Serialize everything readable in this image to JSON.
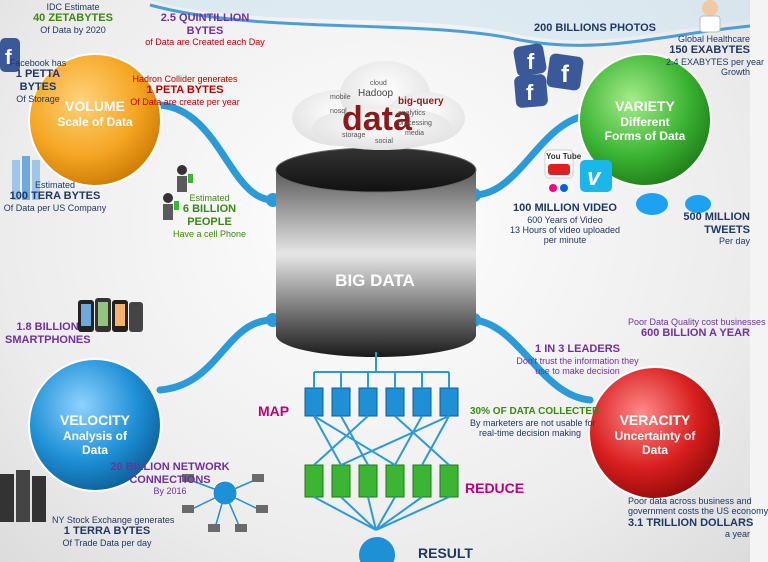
{
  "center": {
    "label": "BIG DATA"
  },
  "cloud": {
    "main_word": "data",
    "words": [
      "Hadoop",
      "big-query",
      "mobile",
      "analytics",
      "cloud",
      "processing",
      "storage",
      "nosql",
      "social",
      "media"
    ]
  },
  "volume": {
    "title": "VOLUME",
    "subtitle": "Scale of Data",
    "idc": {
      "line1": "IDC Estimate",
      "value": "40 ZETABYTES",
      "line3": "Of Data by 2020"
    },
    "facebook": {
      "line1": "Facebook has",
      "value1": "1 PETTA",
      "value2": "BYTES",
      "line3": "Of Storage"
    },
    "quintillion": {
      "value1": "2.5 QUINTILLION",
      "value2": "BYTES",
      "line3": "of Data are Created each Day"
    },
    "hadron": {
      "line1": "Hadron Collider generates",
      "value": "1 PETA BYTES",
      "line3": "Of Data are create per year"
    },
    "tera": {
      "line1": "Estimated",
      "value": "100 TERA BYTES",
      "line3": "Of Data per US Company"
    },
    "people": {
      "line1": "Estimated",
      "value1": "6 BILLION",
      "value2": "PEOPLE",
      "line3": "Have a cell Phone"
    }
  },
  "variety": {
    "title": "VARIETY",
    "subtitle1": "Different",
    "subtitle2": "Forms of Data",
    "photos": {
      "value": "200 BILLIONS PHOTOS"
    },
    "health": {
      "line1": "Global Healthcare",
      "value": "150 EXABYTES",
      "line3": "2.4 EXABYTES per year",
      "line4": "Growth"
    },
    "video": {
      "value": "100 MILLION VIDEO",
      "line2": "600 Years of Video",
      "line3": "13 Hours of video uploaded",
      "line4": "per minute"
    },
    "tweets": {
      "value1": "500 MILLION",
      "value2": "TWEETS",
      "line3": "Per day"
    },
    "youtube_text": "You Tube"
  },
  "velocity": {
    "title": "VELOCITY",
    "subtitle1": "Analysis of",
    "subtitle2": "Data",
    "smartphones": {
      "value1": "1.8 BILLION",
      "value2": "SMARTPHONES"
    },
    "network": {
      "value1": "20 BILLION NETWORK",
      "value2": "CONNECTIONS",
      "line3": "By 2016"
    },
    "nyse": {
      "line1": "NY Stock Exchange generates",
      "value": "1 TERRA BYTES",
      "line3": "Of Trade Data per day"
    }
  },
  "veracity": {
    "title": "VERACITY",
    "subtitle1": "Uncertainty of",
    "subtitle2": "Data",
    "leaders": {
      "value": "1 IN 3 LEADERS",
      "line2": "Don't trust the information they",
      "line3": "use to make decision"
    },
    "quality": {
      "line1": "Poor Data Quality cost businesses",
      "value": "600 BILLION A YEAR"
    },
    "collected": {
      "value": "30% OF DATA COLLECTED",
      "line2": "By marketers are not usable for",
      "line3": "real-time decision making"
    },
    "cost": {
      "line1": "Poor data across business and",
      "line2": "government costs the US economy",
      "value": "3.1 TRILLION DOLLARS",
      "line4": "a year"
    }
  },
  "mapreduce": {
    "map": "MAP",
    "reduce": "REDUCE",
    "result": "RESULT"
  },
  "colors": {
    "volume": "#f5a623",
    "variety": "#3cb534",
    "velocity": "#1e90d6",
    "veracity": "#d81e1e",
    "connector": "#2a9bd8"
  }
}
